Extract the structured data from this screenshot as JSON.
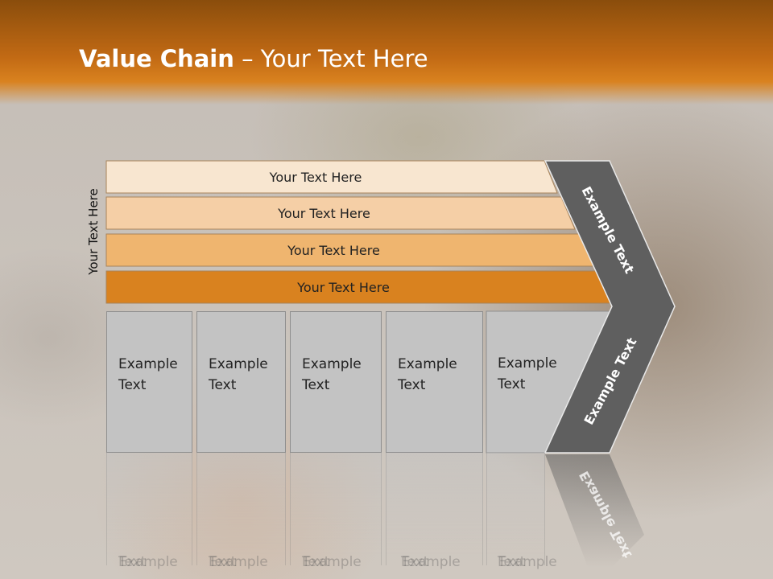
{
  "slide": {
    "title_bold": "Value Chain",
    "title_rest": " – Your Text Here",
    "side_label": "Your Text Here"
  },
  "bands": [
    {
      "label": "Your Text Here",
      "color": "#f8e6d0"
    },
    {
      "label": "Your Text Here",
      "color": "#f5cfa6"
    },
    {
      "label": "Your Text Here",
      "color": "#efb56f"
    },
    {
      "label": "Your Text Here",
      "color": "#d9821f"
    }
  ],
  "boxes": [
    {
      "line1": "Example",
      "line2": "Text"
    },
    {
      "line1": "Example",
      "line2": "Text"
    },
    {
      "line1": "Example",
      "line2": "Text"
    },
    {
      "line1": "Example",
      "line2": "Text"
    },
    {
      "line1": "Example",
      "line2": "Text"
    }
  ],
  "chevron": {
    "upper_label": "Example Text",
    "lower_label": "Example Text",
    "color": "#5f5f5f"
  }
}
